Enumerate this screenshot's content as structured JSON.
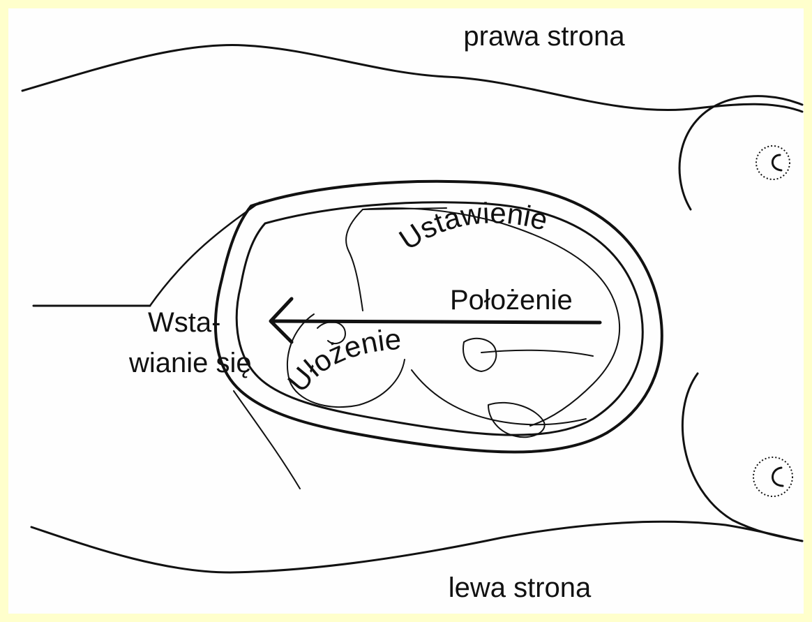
{
  "colors": {
    "frame": "#ffffcc",
    "paper": "#fefefe",
    "ink": "#111111"
  },
  "labels": {
    "right_side": "prawa strona",
    "left_side": "lewa strona",
    "position": "Położenie",
    "settling_line1": "Wsta-",
    "settling_line2": "wianie się",
    "presentation": "Ustawienie",
    "attitude": "Ułożenie"
  }
}
